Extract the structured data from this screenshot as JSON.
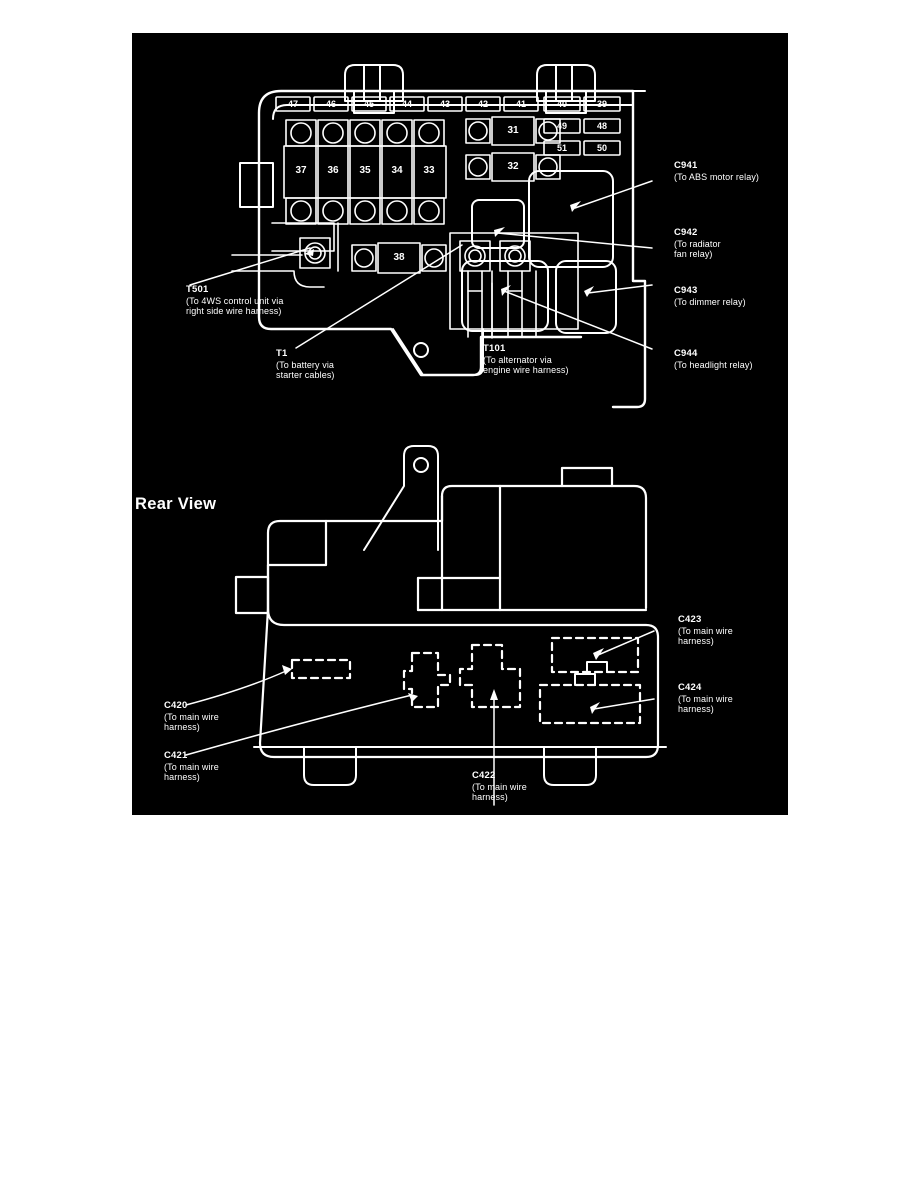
{
  "figure": {
    "background": "#000000",
    "line_color": "#ffffff",
    "rear_view_title": "Rear View"
  },
  "front_view": {
    "fuse_top_row": [
      "47",
      "46",
      "45",
      "44",
      "43",
      "42",
      "41",
      "40",
      "39"
    ],
    "fuse_extra_row_1": [
      "49",
      "48"
    ],
    "fuse_extra_row_2": [
      "51",
      "50"
    ],
    "fuse_vertical": [
      "37",
      "36",
      "35",
      "34",
      "33"
    ],
    "fuse_right_stack": [
      "31",
      "32"
    ],
    "fuse_bottom": [
      "38"
    ],
    "labels": [
      {
        "code": "T501",
        "desc_lines": [
          "(To 4WS control unit via",
          "right side wire harness)"
        ]
      },
      {
        "code": "T1",
        "desc_lines": [
          "(To battery via",
          "starter cables)"
        ]
      },
      {
        "code": "T101",
        "desc_lines": [
          "(To alternator via",
          "engine wire harness)"
        ]
      },
      {
        "code": "C941",
        "desc_lines": [
          "(To ABS motor relay)"
        ]
      },
      {
        "code": "C942",
        "desc_lines": [
          "(To radiator",
          "fan relay)"
        ]
      },
      {
        "code": "C943",
        "desc_lines": [
          "(To dimmer relay)"
        ]
      },
      {
        "code": "C944",
        "desc_lines": [
          "(To headlight relay)"
        ]
      }
    ]
  },
  "rear_view": {
    "title": "Rear View",
    "labels": [
      {
        "code": "C420",
        "desc_lines": [
          "(To main wire",
          "harness)"
        ]
      },
      {
        "code": "C421",
        "desc_lines": [
          "(To main wire",
          "harness)"
        ]
      },
      {
        "code": "C422",
        "desc_lines": [
          "(To main wire",
          "harness)"
        ]
      },
      {
        "code": "C423",
        "desc_lines": [
          "(To main wire",
          "harness)"
        ]
      },
      {
        "code": "C424",
        "desc_lines": [
          "(To main wire",
          "harness)"
        ]
      }
    ]
  }
}
